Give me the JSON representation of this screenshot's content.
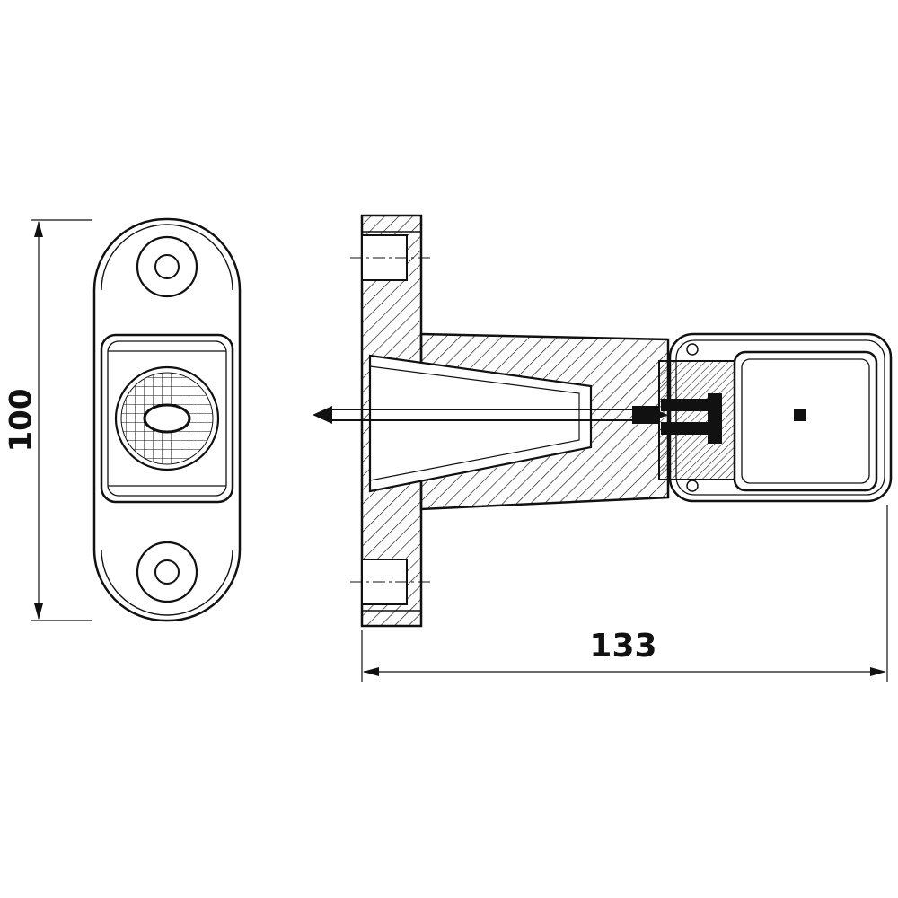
{
  "page": {
    "background": "#ffffff",
    "line_color": "#111111",
    "type_label": "technical-drawing"
  },
  "dimensions": {
    "front_height": "100",
    "side_length": "133"
  }
}
